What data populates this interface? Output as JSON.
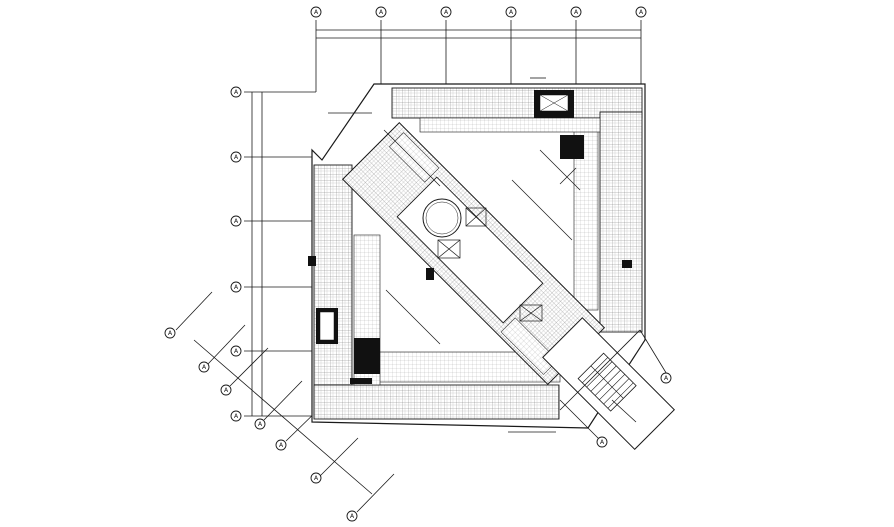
{
  "drawing": {
    "grid_bubbles_top": [
      "A",
      "A",
      "A",
      "A",
      "A",
      "A"
    ],
    "grid_bubbles_left": [
      "A",
      "A",
      "A",
      "A",
      "A",
      "A"
    ],
    "grid_bubbles_diagonal": [
      "A",
      "A",
      "A",
      "A",
      "A",
      "A"
    ],
    "grid_bubbles_right": [
      "A",
      "A"
    ]
  },
  "colors": {
    "line": "#1a1a1a",
    "hatch": "#6a6a6a",
    "solid": "#111111",
    "background": "#ffffff"
  }
}
